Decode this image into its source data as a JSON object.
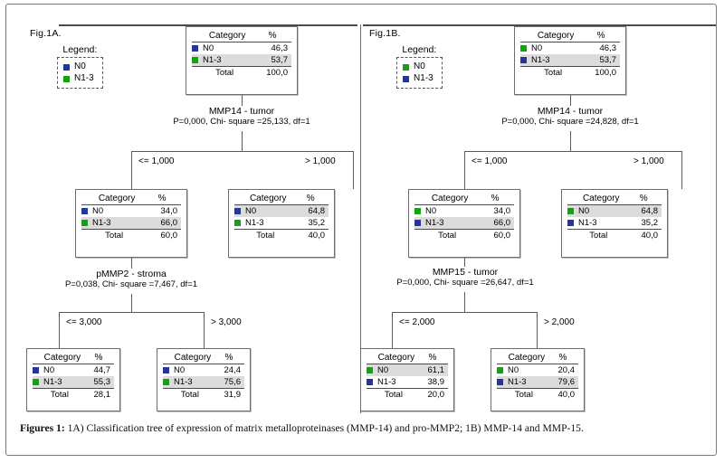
{
  "figure": {
    "caption_lead": "Figures 1:",
    "caption_text": " 1A) Classification tree of expression of matrix metalloproteinases (MMP-14) and pro-MMP2; 1B) MMP-14 and MMP-15."
  },
  "colors": {
    "blue": "#23369c",
    "green": "#16a016",
    "highlight": "#dcdcdc",
    "line": "#5a5a5a"
  },
  "table_headers": {
    "category": "Category",
    "percent": "%",
    "total": "Total"
  },
  "panels": [
    {
      "id": "fig-1a",
      "fig_label": "Fig.1A.",
      "legend": {
        "title": "Legend:",
        "items": [
          {
            "label": "N0",
            "color": "#23369c"
          },
          {
            "label": "N1-3",
            "color": "#16a016"
          }
        ]
      },
      "root": {
        "rows": [
          {
            "label": "N0",
            "color": "#23369c",
            "value": "46,3",
            "highlight": false
          },
          {
            "label": "N1-3",
            "color": "#16a016",
            "value": "53,7",
            "highlight": true
          }
        ],
        "total_label": "Total",
        "total_value": "100,0"
      },
      "split1": {
        "variable": "MMP14 - tumor",
        "stat": "P=0,000, Chi- square =25,133, df=1",
        "left_edge": "<= 1,000",
        "right_edge": "> 1,000"
      },
      "node_left": {
        "rows": [
          {
            "label": "N0",
            "color": "#23369c",
            "value": "34,0",
            "highlight": false
          },
          {
            "label": "N1-3",
            "color": "#16a016",
            "value": "66,0",
            "highlight": true
          }
        ],
        "total_label": "Total",
        "total_value": "60,0"
      },
      "node_right": {
        "rows": [
          {
            "label": "N0",
            "color": "#23369c",
            "value": "64,8",
            "highlight": true
          },
          {
            "label": "N1-3",
            "color": "#16a016",
            "value": "35,2",
            "highlight": false
          }
        ],
        "total_label": "Total",
        "total_value": "40,0"
      },
      "split2": {
        "variable": "pMMP2 - stroma",
        "stat": "P=0,038, Chi- square =7,467, df=1",
        "left_edge": "<= 3,000",
        "right_edge": "> 3,000"
      },
      "leaf_left": {
        "rows": [
          {
            "label": "N0",
            "color": "#23369c",
            "value": "44,7",
            "highlight": false
          },
          {
            "label": "N1-3",
            "color": "#16a016",
            "value": "55,3",
            "highlight": true
          }
        ],
        "total_label": "Total",
        "total_value": "28,1"
      },
      "leaf_right": {
        "rows": [
          {
            "label": "N0",
            "color": "#23369c",
            "value": "24,4",
            "highlight": false
          },
          {
            "label": "N1-3",
            "color": "#16a016",
            "value": "75,6",
            "highlight": true
          }
        ],
        "total_label": "Total",
        "total_value": "31,9"
      }
    },
    {
      "id": "fig-1b",
      "fig_label": "Fig.1B.",
      "legend": {
        "title": "Legend:",
        "items": [
          {
            "label": "N0",
            "color": "#16a016"
          },
          {
            "label": "N1-3",
            "color": "#23369c"
          }
        ]
      },
      "root": {
        "rows": [
          {
            "label": "N0",
            "color": "#16a016",
            "value": "46,3",
            "highlight": false
          },
          {
            "label": "N1-3",
            "color": "#23369c",
            "value": "53,7",
            "highlight": true
          }
        ],
        "total_label": "Total",
        "total_value": "100,0"
      },
      "split1": {
        "variable": "MMP14 -  tumor",
        "stat": "P=0,000, Chi- square =24,828, df=1",
        "left_edge": "<= 1,000",
        "right_edge": "> 1,000"
      },
      "node_left": {
        "rows": [
          {
            "label": "N0",
            "color": "#16a016",
            "value": "34,0",
            "highlight": false
          },
          {
            "label": "N1-3",
            "color": "#23369c",
            "value": "66,0",
            "highlight": true
          }
        ],
        "total_label": "Total",
        "total_value": "60,0"
      },
      "node_right": {
        "rows": [
          {
            "label": "N0",
            "color": "#16a016",
            "value": "64,8",
            "highlight": true
          },
          {
            "label": "N1-3",
            "color": "#23369c",
            "value": "35,2",
            "highlight": false
          }
        ],
        "total_label": "Total",
        "total_value": "40,0"
      },
      "split2": {
        "variable": "MMP15 - tumor",
        "stat": "P=0,000, Chi- square =26,647, df=1",
        "left_edge": "<= 2,000",
        "right_edge": "> 2,000"
      },
      "leaf_left": {
        "rows": [
          {
            "label": "N0",
            "color": "#16a016",
            "value": "61,1",
            "highlight": true
          },
          {
            "label": "N1-3",
            "color": "#23369c",
            "value": "38,9",
            "highlight": false
          }
        ],
        "total_label": "Total",
        "total_value": "20,0"
      },
      "leaf_right": {
        "rows": [
          {
            "label": "N0",
            "color": "#16a016",
            "value": "20,4",
            "highlight": false
          },
          {
            "label": "N1-3",
            "color": "#23369c",
            "value": "79,6",
            "highlight": true
          }
        ],
        "total_label": "Total",
        "total_value": "40,0"
      }
    }
  ]
}
